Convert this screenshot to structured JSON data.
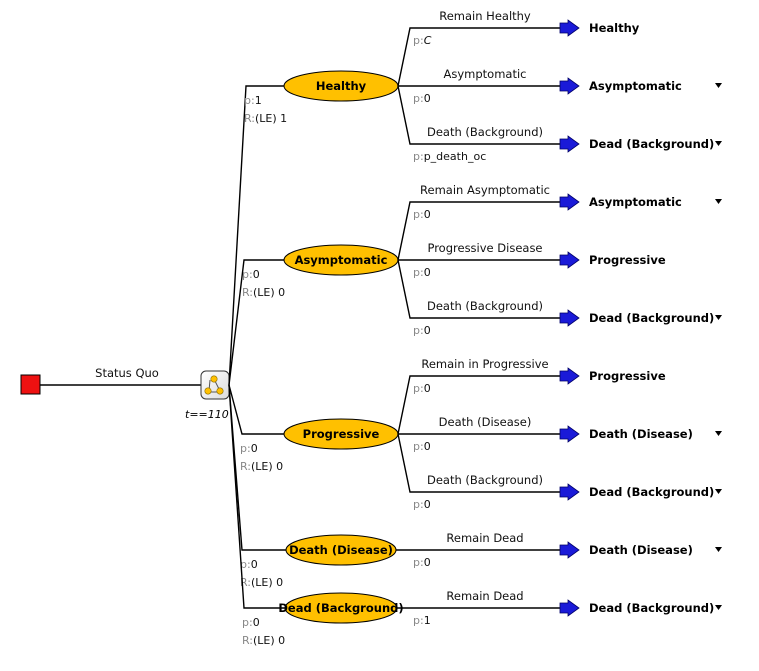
{
  "root": {
    "label": "Status Quo"
  },
  "markov_node": {
    "termination": "t==110"
  },
  "prob_key": "p:",
  "reward_key": "R:",
  "colors": {
    "decision_square": "#ee1111",
    "chance_ellipse": "#ffc000",
    "arrow": "#1a1ad8"
  },
  "states": [
    {
      "name": "Healthy",
      "p": "1",
      "reward": "(LE) 1",
      "transitions": [
        {
          "label": "Remain Healthy",
          "p": "C",
          "p_italic": true,
          "target": "Healthy",
          "dropdown": false
        },
        {
          "label": "Asymptomatic",
          "p": "0",
          "target": "Asymptomatic",
          "dropdown": true
        },
        {
          "label": "Death (Background)",
          "p": "p_death_oc",
          "target": "Dead (Background)",
          "dropdown": true
        }
      ]
    },
    {
      "name": "Asymptomatic",
      "p": "0",
      "reward": "(LE) 0",
      "transitions": [
        {
          "label": "Remain Asymptomatic",
          "p": "0",
          "target": "Asymptomatic",
          "dropdown": true
        },
        {
          "label": "Progressive Disease",
          "p": "0",
          "target": "Progressive",
          "dropdown": false
        },
        {
          "label": "Death (Background)",
          "p": "0",
          "target": "Dead (Background)",
          "dropdown": true
        }
      ]
    },
    {
      "name": "Progressive",
      "p": "0",
      "reward": "(LE) 0",
      "transitions": [
        {
          "label": "Remain in Progressive",
          "p": "0",
          "target": "Progressive",
          "dropdown": false
        },
        {
          "label": "Death (Disease)",
          "p": "0",
          "target": "Death (Disease)",
          "dropdown": true
        },
        {
          "label": "Death (Background)",
          "p": "0",
          "target": "Dead (Background)",
          "dropdown": true
        }
      ]
    },
    {
      "name": "Death (Disease)",
      "p": "0",
      "reward": "(LE) 0",
      "transitions": [
        {
          "label": "Remain Dead",
          "p": "0",
          "target": "Death (Disease)",
          "dropdown": true
        }
      ]
    },
    {
      "name": "Dead (Background)",
      "p": "0",
      "reward": "(LE) 0",
      "transitions": [
        {
          "label": "Remain Dead",
          "p": "1",
          "target": "Dead (Background)",
          "dropdown": true
        }
      ]
    }
  ]
}
